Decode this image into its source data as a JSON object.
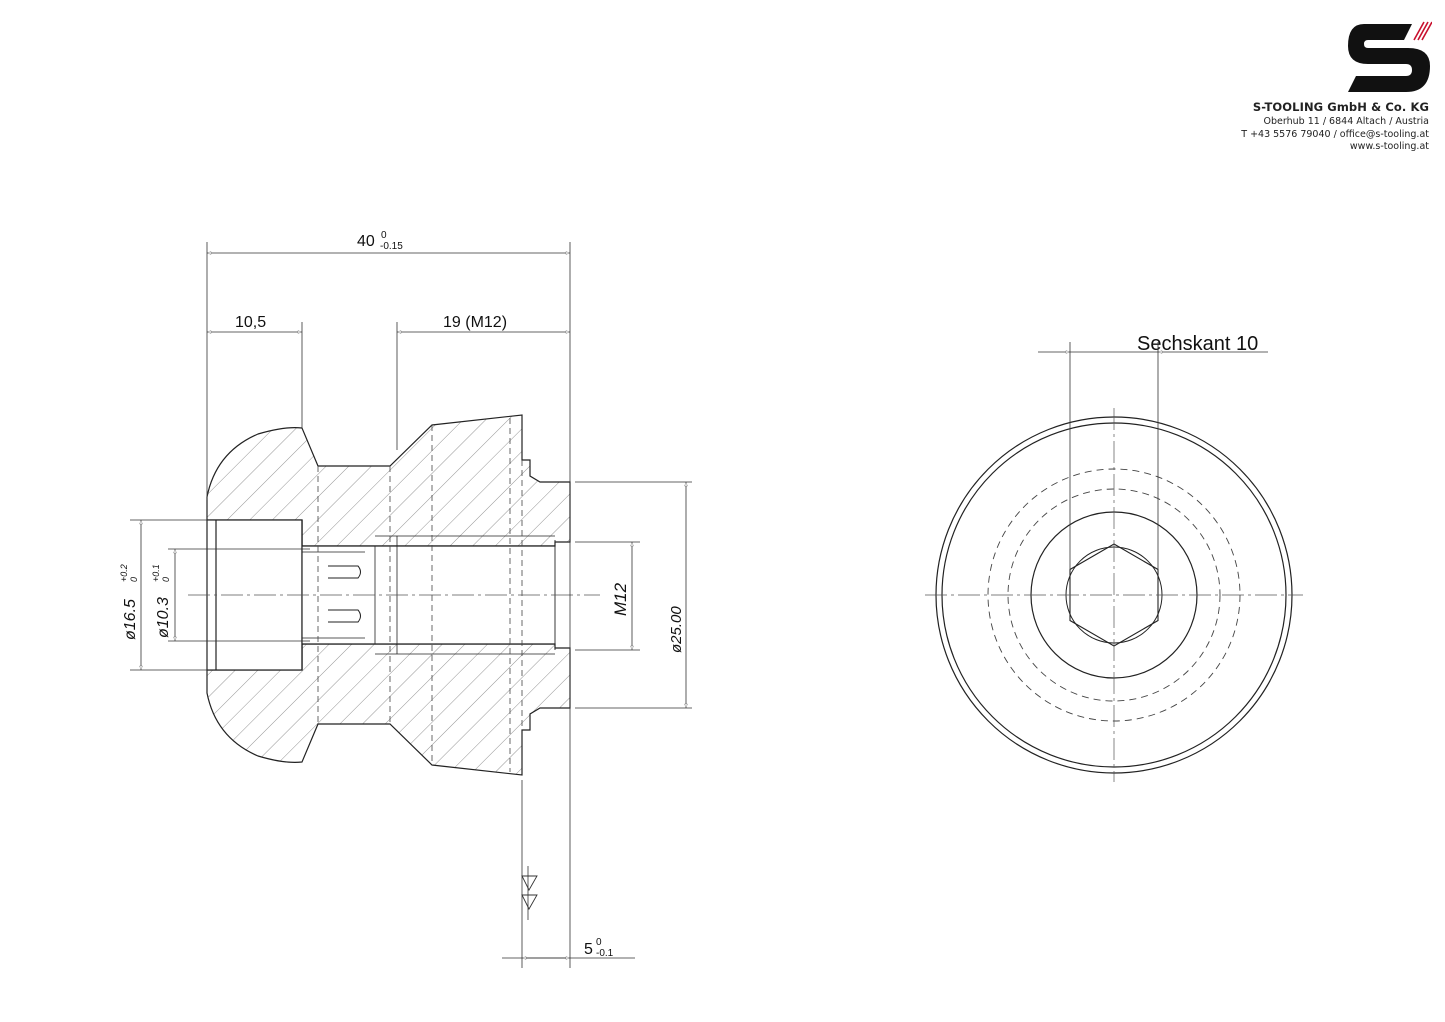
{
  "company": {
    "name": "S-TOOLING GmbH & Co. KG",
    "address": "Oberhub 11 / 6844 Altach / Austria",
    "contact": "T +43 5576 79040 / office@s-tooling.at",
    "website": "www.s-tooling.at",
    "logo_letter": "S",
    "accent_color": "#c8102e"
  },
  "dimensions": {
    "overall_length": {
      "value": "40",
      "tol_upper": "0",
      "tol_lower": "-0.15"
    },
    "head_length": "10,5",
    "thread_length": "19 (M12)",
    "bore_dia": {
      "value": "ø16.5",
      "tol_upper": "+0.2",
      "tol_lower": "0"
    },
    "inner_dia": {
      "value": "ø10.3",
      "tol_upper": "+0.1",
      "tol_lower": "0"
    },
    "thread": "M12",
    "outer_dia": "ø25.00",
    "step_length": {
      "value": "5",
      "tol_upper": "0",
      "tol_lower": "-0.1"
    },
    "hex_label": "Sechskant 10"
  }
}
